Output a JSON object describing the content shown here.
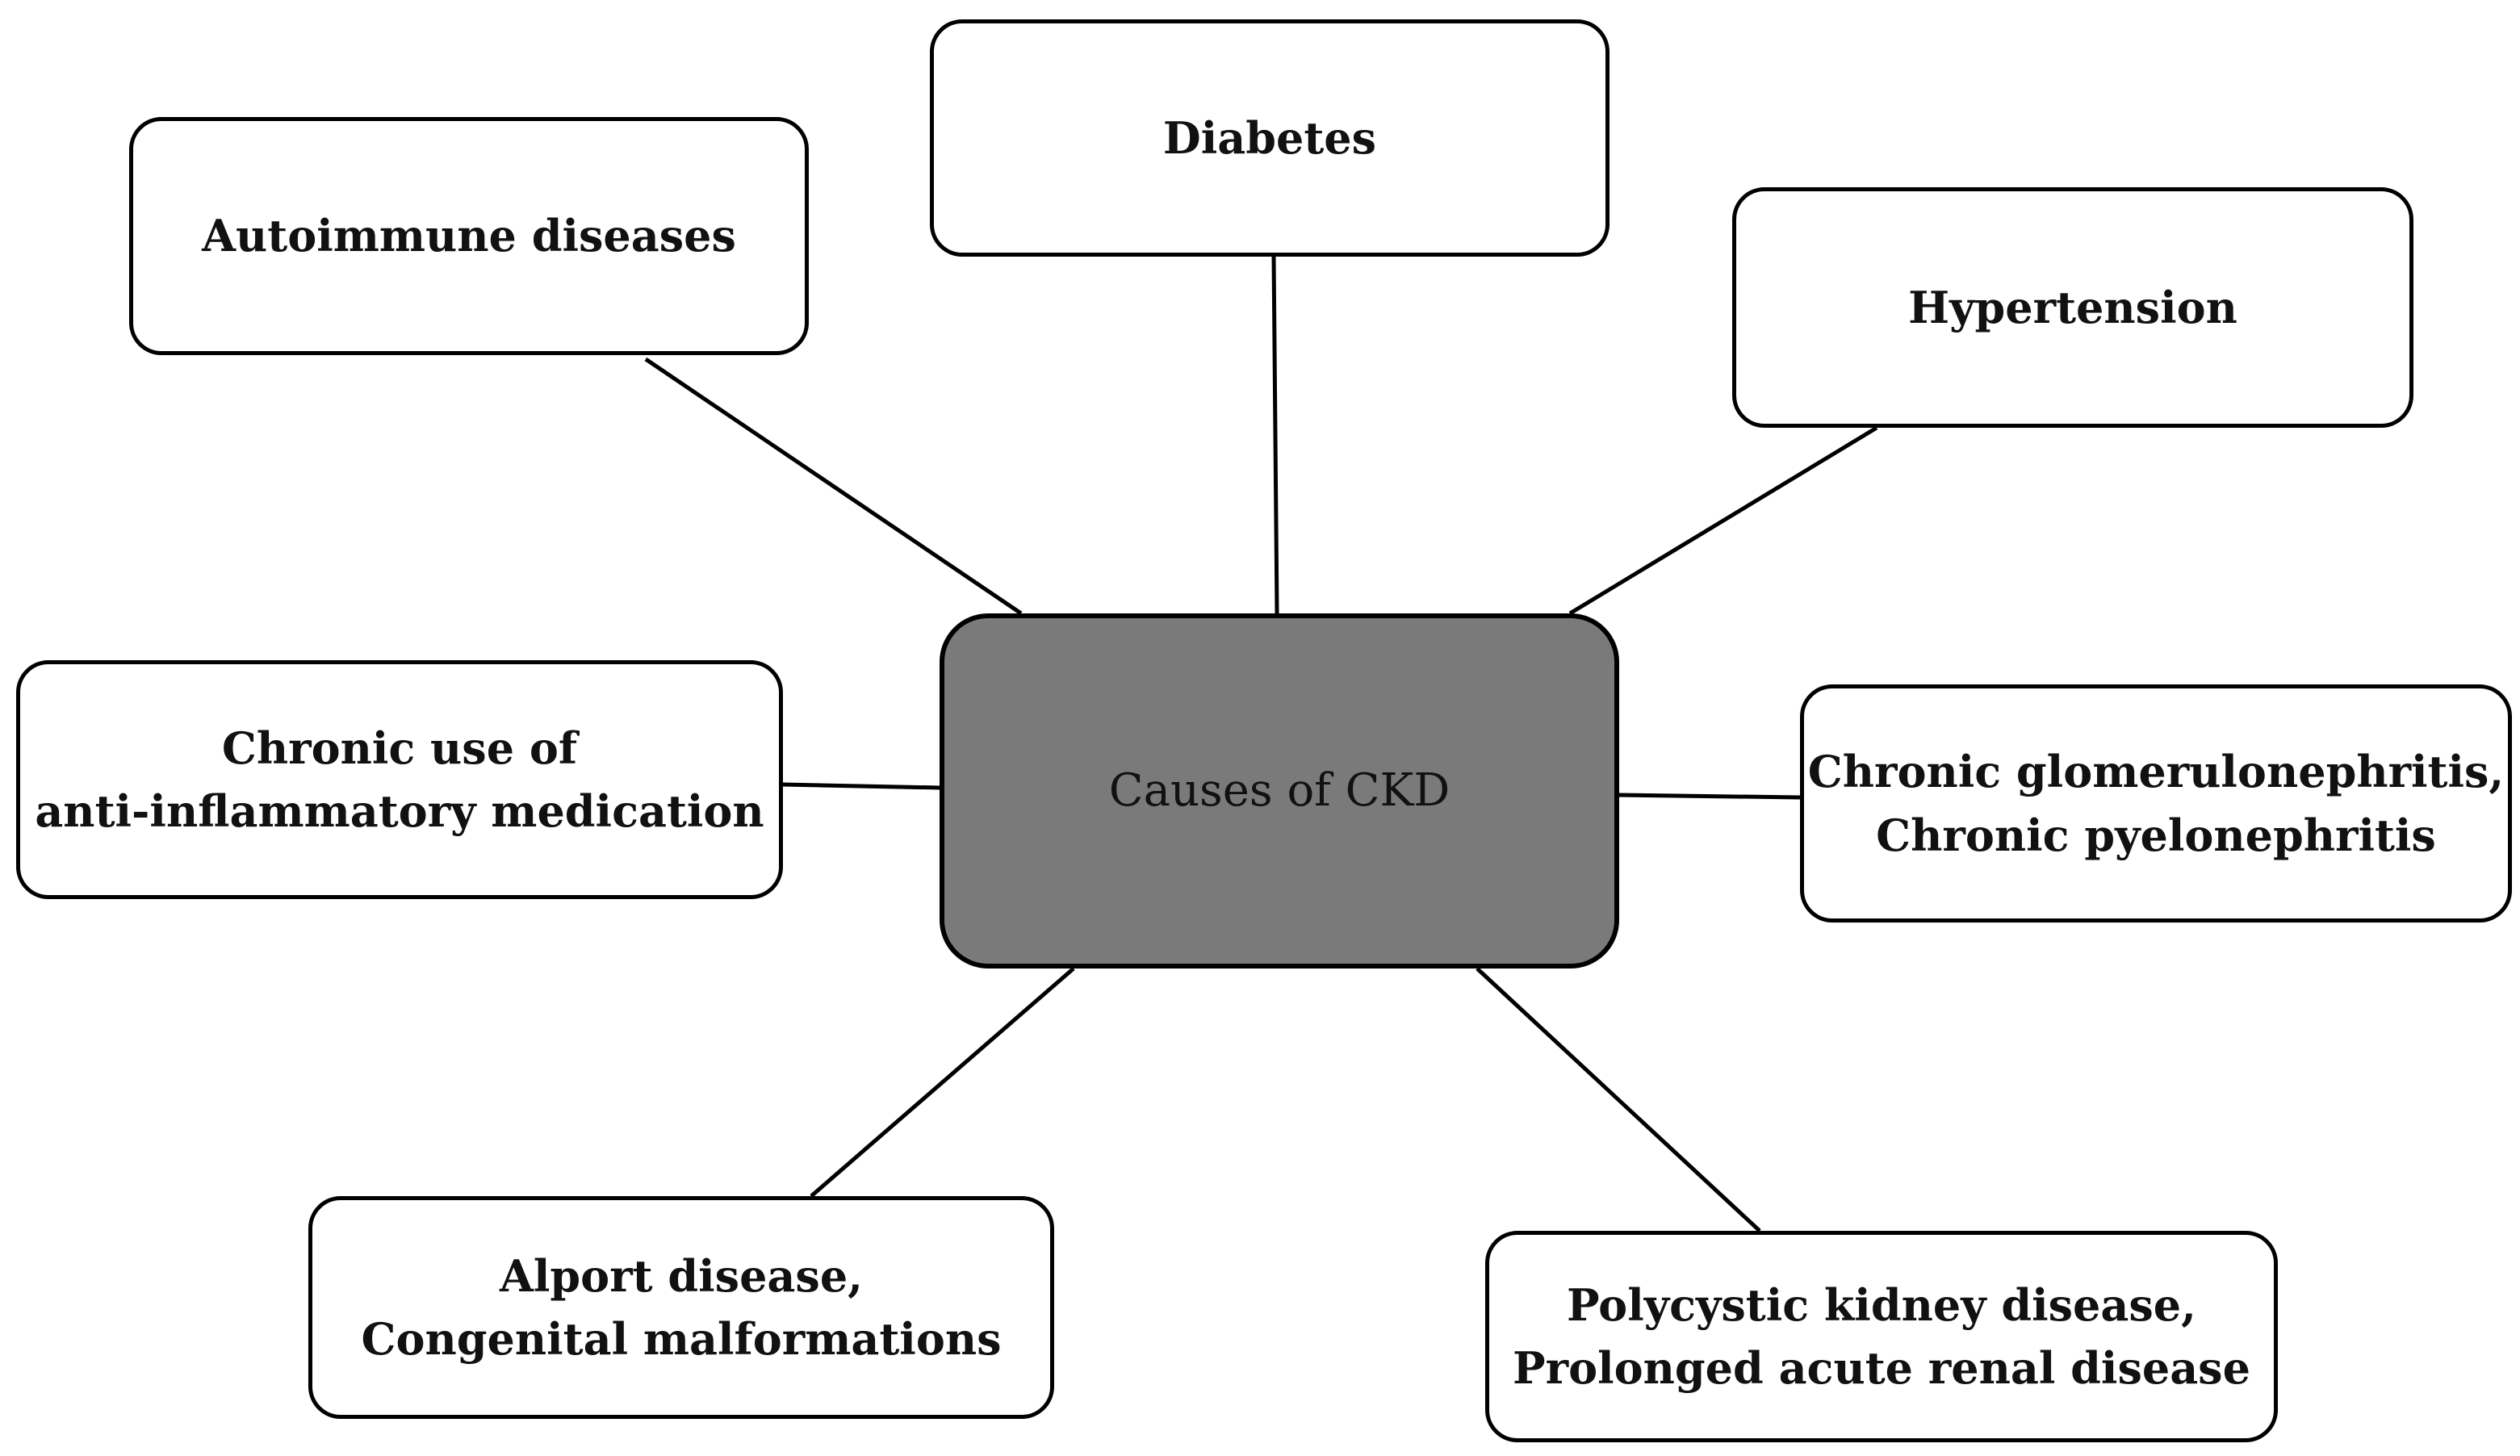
{
  "diagram": {
    "center": {
      "label": "Causes of CKD",
      "fill": "#7a7a7a"
    },
    "causes": {
      "diabetes": {
        "lines": [
          "Diabetes"
        ]
      },
      "autoimmune": {
        "lines": [
          "Autoimmune diseases"
        ]
      },
      "hypertension": {
        "lines": [
          "Hypertension"
        ]
      },
      "anti_inflammatory": {
        "lines": [
          "Chronic use of",
          "anti-inflammatory medication"
        ]
      },
      "glomerulonephritis": {
        "lines": [
          "Chronic glomerulonephritis,",
          "Chronic pyelonephritis"
        ]
      },
      "alport": {
        "lines": [
          "Alport disease,",
          "Congenital malformations"
        ]
      },
      "polycystic": {
        "lines": [
          "Polycystic kidney disease,",
          "Prolonged acute renal disease"
        ]
      }
    }
  }
}
